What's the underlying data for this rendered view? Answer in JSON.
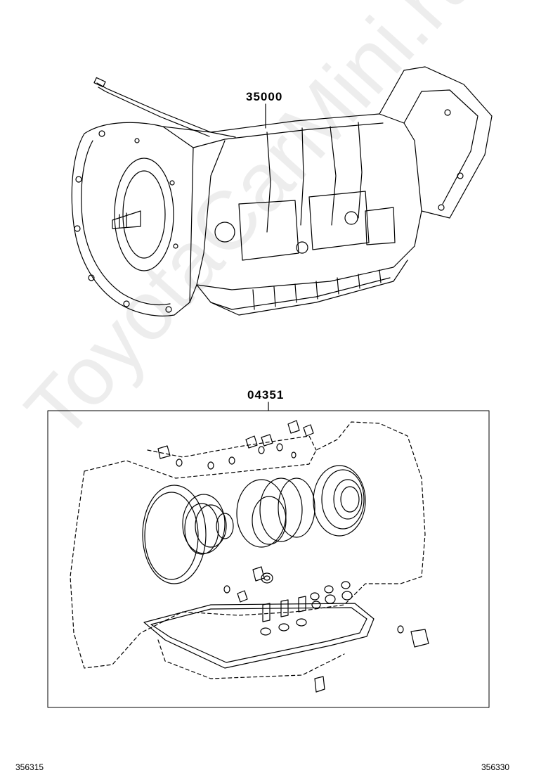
{
  "diagram": {
    "parts": [
      {
        "number": "35000",
        "description": "transmission assembly"
      },
      {
        "number": "04351",
        "description": "overhaul gasket kit"
      }
    ],
    "figure_left": "356315",
    "figure_right": "356330",
    "watermark": "ToyotaCarMini.ru"
  },
  "colors": {
    "line": "#000000",
    "background": "#ffffff",
    "watermark": "#e6e6e6"
  }
}
